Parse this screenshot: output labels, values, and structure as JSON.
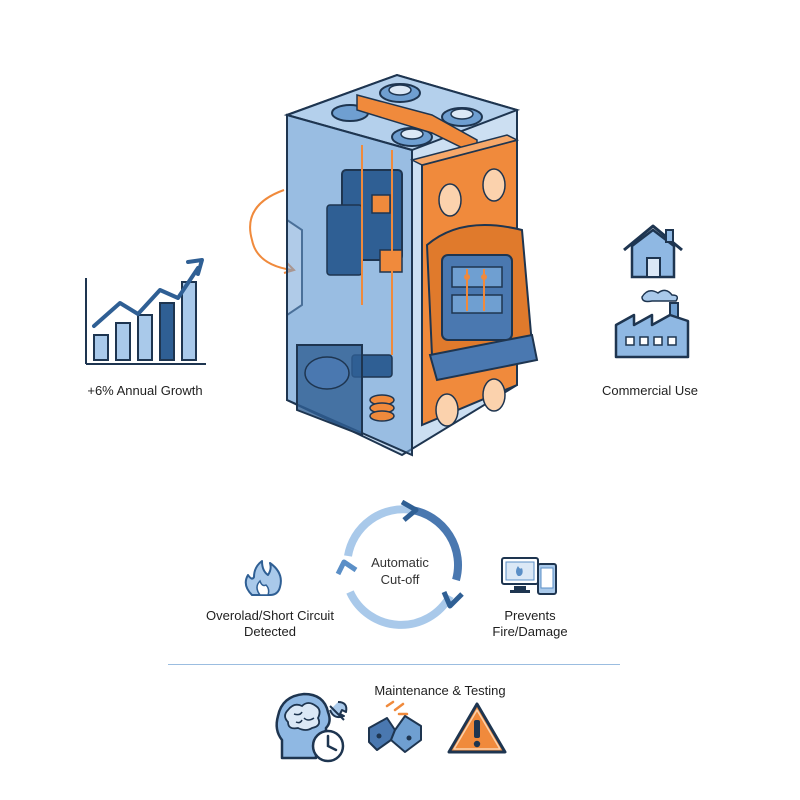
{
  "growth": {
    "label": "+6% Annual Growth",
    "bar_levels": [
      0.3,
      0.45,
      0.55,
      0.7,
      0.95
    ]
  },
  "commercial": {
    "label": "Commercial Use"
  },
  "cycle": {
    "center_line1": "Automatic",
    "center_line2": "Cut-off"
  },
  "overload": {
    "line1": "Overolad/Short Circuit",
    "line2": "Detected"
  },
  "prevents": {
    "line1": "Prevents",
    "line2": "Fire/Damage"
  },
  "maintenance": {
    "label": "Maintenance & Testing"
  },
  "colors": {
    "blue_dark": "#2f5f94",
    "blue_mid": "#5b8fc7",
    "blue_light": "#a9c9ea",
    "orange": "#f08a3c",
    "orange_dark": "#c8611c",
    "outline": "#1e3550"
  },
  "icons": [
    "growth-chart-icon",
    "house-icon",
    "factory-icon",
    "fire-icon",
    "cycle-arrows-icon",
    "devices-icon",
    "brain-clock-icon",
    "broken-block-icon",
    "warning-icon"
  ]
}
